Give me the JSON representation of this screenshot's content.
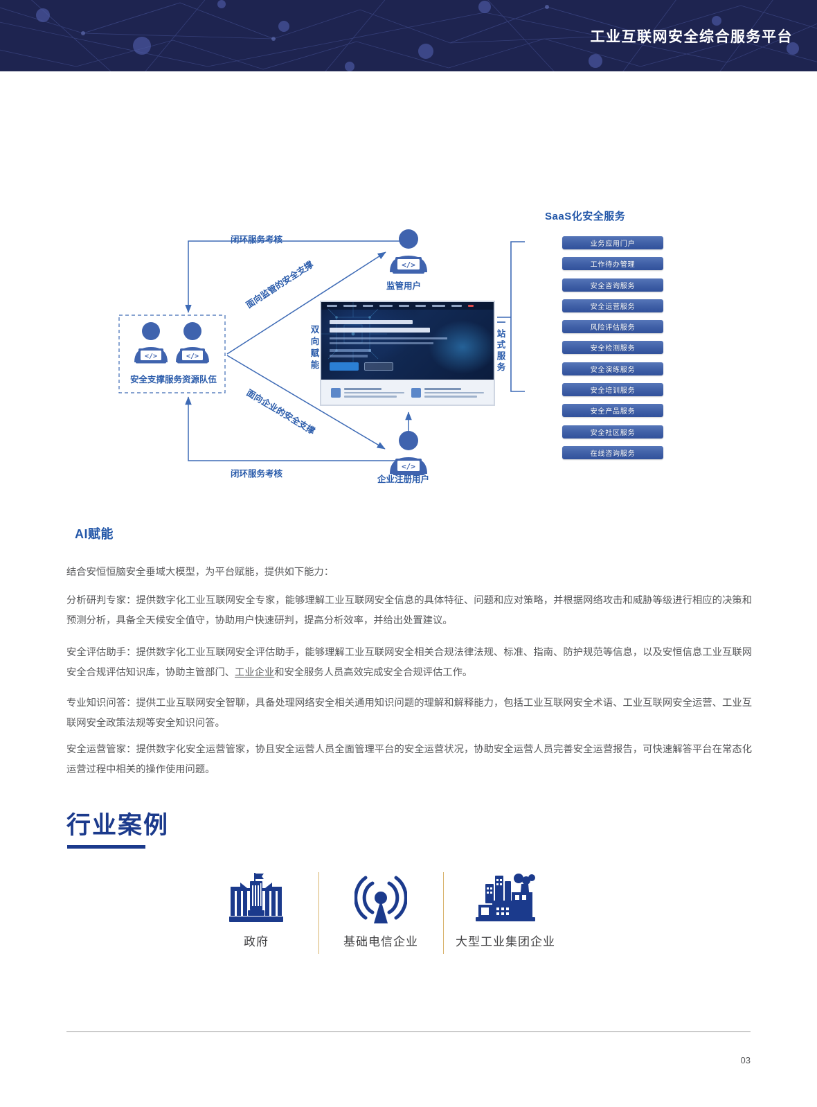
{
  "header": {
    "title": "工业互联网安全综合服务平台"
  },
  "diagram": {
    "saas_title": "SaaS化安全服务",
    "one_stop_label": "一站式服务",
    "bidirectional_label": "双向赋能",
    "nodes": {
      "team": "安全支撑服务资源队伍",
      "regulator": "监管用户",
      "enterprise": "企业注册用户"
    },
    "edges": {
      "closed_loop_top": "闭环服务考核",
      "closed_loop_bottom": "闭环服务考核",
      "to_regulator": "面向监管的安全支撑",
      "to_enterprise": "面向企业的安全支撑"
    },
    "saas_items": [
      "业务应用门户",
      "工作待办管理",
      "安全咨询服务",
      "安全运营服务",
      "风险评估服务",
      "安全检测服务",
      "安全演练服务",
      "安全培训服务",
      "安全产品服务",
      "安全社区服务",
      "在线咨询服务"
    ]
  },
  "ai_section": {
    "heading": "AI赋能",
    "intro": "结合安恒恒脑安全垂域大模型，为平台赋能，提供如下能力：",
    "p1": "分析研判专家：提供数字化工业互联网安全专家，能够理解工业互联网安全信息的具体特征、问题和应对策略，并根据网络攻击和威胁等级进行相应的决策和预测分析，具备全天候安全值守，协助用户快速研判，提高分析效率，并给出处置建议。",
    "p2_a": "安全评估助手：提供数字化工业互联网安全评估助手，能够理解工业互联网安全相关合规法律法规、标准、指南、防护规范等信息，以及安恒信息工业互联网安全合规评估知识库，协助主管部门、",
    "p2_underline": "工业企业",
    "p2_b": "和安全服务人员高效完成安全合规评估工作。",
    "p3": "专业知识问答：提供工业互联网安全智聊，具备处理网络安全相关通用知识问题的理解和解释能力，包括工业互联网安全术语、工业互联网安全运营、工业互联网安全政策法规等安全知识问答。",
    "p4": "安全运营管家：提供数字化安全运营管家，协且安全运营人员全面管理平台的安全运营状况，协助安全运营人员完善安全运营报告，可快速解答平台在常态化运营过程中相关的操作使用问题。"
  },
  "cases": {
    "title": "行业案例",
    "items": [
      {
        "label": "政府",
        "icon": "government-building-icon"
      },
      {
        "label": "基础电信企业",
        "icon": "radio-tower-icon"
      },
      {
        "label": "大型工业集团企业",
        "icon": "factory-icon"
      }
    ]
  },
  "footer": {
    "page_number": "03"
  },
  "colors": {
    "header_bg": "#1e2450",
    "brand_blue": "#2256a8",
    "deep_navy": "#1b3a8c",
    "gold_divider": "#d8b26a",
    "body_text": "#58595b"
  }
}
